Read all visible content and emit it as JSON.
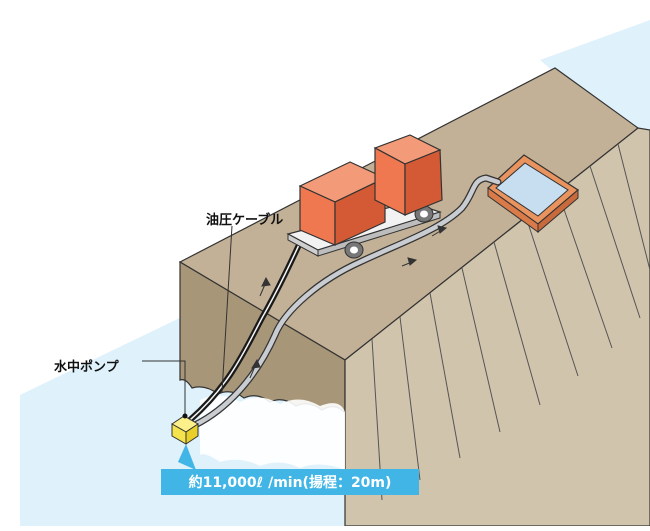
{
  "labels": {
    "hydraulic_cable": "油圧ケーブル",
    "submersible_pump": "水中ポンプ",
    "flow_rate": "約11,000ℓ  /min(揚程：20m)"
  },
  "colors": {
    "water": "#dff1fb",
    "water_edge": "#b9e1f5",
    "ground_top": "#c2b196",
    "ground_side": "#a89678",
    "wall": "#d1c4ac",
    "truck": "#f07850",
    "truck_dark": "#d35a34",
    "pump": "#f5e34d",
    "flow_box": "#41b6e6"
  },
  "icons": {
    "pump": "submersible-pump-icon",
    "truck": "pump-truck-icon",
    "tank": "water-tank-icon"
  }
}
